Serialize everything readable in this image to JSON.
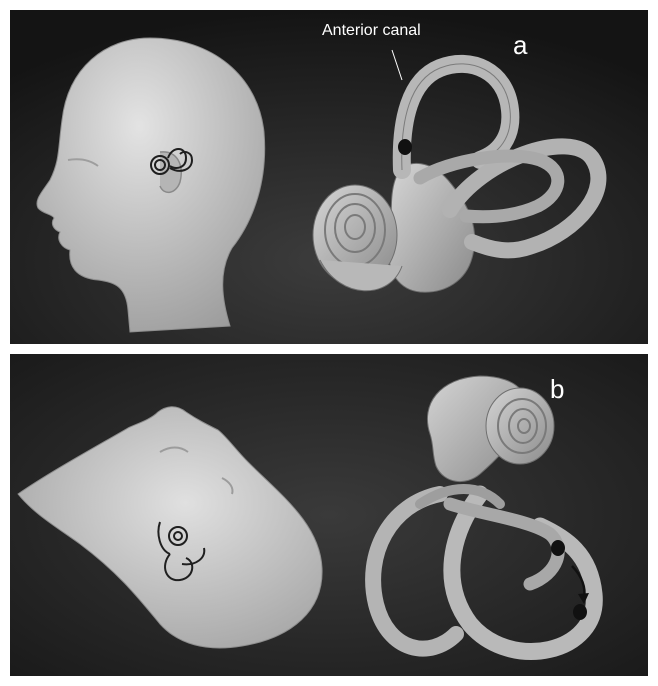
{
  "panels": [
    {
      "letter": "a",
      "annotation": "Anterior canal"
    },
    {
      "letter": "b"
    }
  ],
  "colors": {
    "background_dark": "#141414",
    "background_light": "#3c3c3c",
    "skin": "#c9c9c9",
    "bone": "#bdbdbd",
    "marker": "#111111",
    "label": "#ffffff"
  }
}
